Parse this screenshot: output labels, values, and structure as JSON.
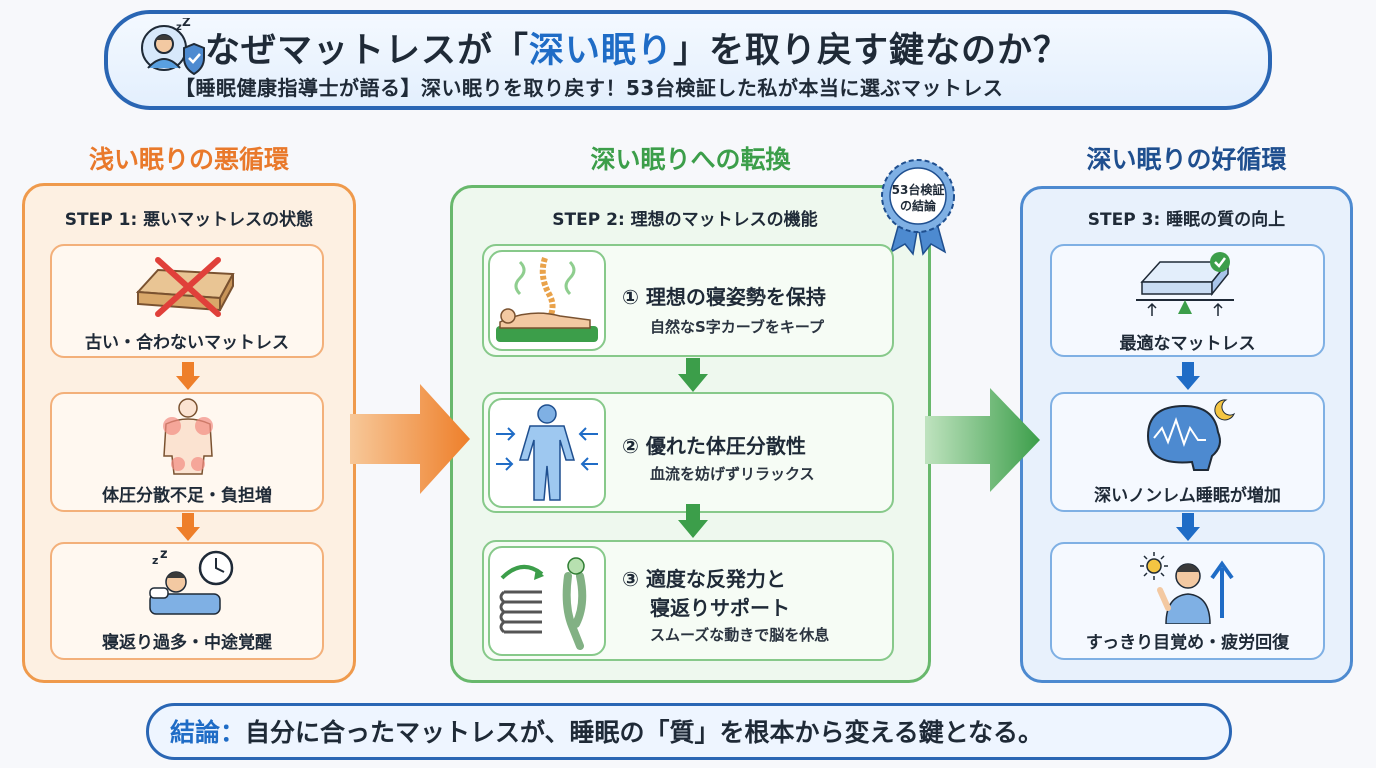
{
  "header": {
    "title_pre": "なぜマットレスが「",
    "title_hl": "深い眠り",
    "title_post": "」を取り戻す鍵なのか？",
    "subtitle": "【睡眠健康指導士が語る】深い眠りを取り戻す！53台検証した私が本当に選ぶマットレス",
    "icon": "sleeping-person-shield-icon"
  },
  "columns": [
    {
      "title": "浅い眠りの悪循環",
      "step": "STEP 1: 悪いマットレスの状態",
      "cards": [
        {
          "label": "古い・合わないマットレス",
          "icon": "crossed-mattress-icon"
        },
        {
          "label": "体圧分散不足・負担増",
          "icon": "body-pain-icon"
        },
        {
          "label": "寝返り過多・中途覚醒",
          "icon": "awake-clock-icon"
        }
      ]
    },
    {
      "title": "深い眠りへの転換",
      "step": "STEP 2: 理想のマットレスの機能",
      "badge": [
        "53台検証",
        "の結論"
      ],
      "cards": [
        {
          "title": "① 理想の寝姿勢を保持",
          "sub": "自然なS字カーブをキープ",
          "icon": "spine-posture-icon"
        },
        {
          "title": "② 優れた体圧分散性",
          "sub": "血流を妨げずリラックス",
          "icon": "pressure-body-icon"
        },
        {
          "title_lines": [
            "③ 適度な反発力と",
            "寝返りサポート"
          ],
          "sub": "スムーズな動きで脳を休息",
          "icon": "spring-turn-icon"
        }
      ]
    },
    {
      "title": "深い眠りの好循環",
      "step": "STEP 3: 睡眠の質の向上",
      "cards": [
        {
          "label": "最適なマットレス",
          "icon": "good-mattress-icon"
        },
        {
          "label": "深いノンレム睡眠が増加",
          "icon": "brain-moon-icon"
        },
        {
          "label": "すっきり目覚め・疲労回復",
          "icon": "refreshed-person-icon"
        }
      ]
    }
  ],
  "conclusion": {
    "label": "結論：",
    "text": "自分に合ったマットレスが、睡眠の「質」を根本から変える鍵となる。"
  },
  "colors": {
    "orange": "#e9792b",
    "green": "#3c9e4a",
    "blue": "#2a66b4",
    "navy": "#1f4f8f"
  }
}
